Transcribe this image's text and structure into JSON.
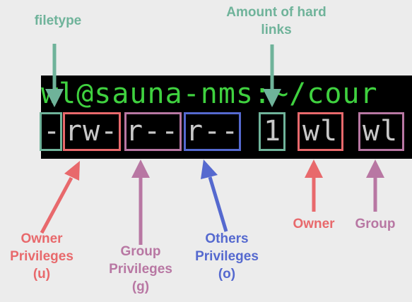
{
  "colors": {
    "teal": "#6fb39a",
    "red": "#e8696c",
    "purple": "#b877a3",
    "blue": "#5569cf",
    "prompt_green": "#3fd13f",
    "text_gray": "#c8c8c8",
    "background": "#ececec",
    "terminal": "#000000"
  },
  "terminal": {
    "prompt": "wl@sauna-nms:~/cour",
    "perm_filetype": "-",
    "perm_owner": "rw-",
    "perm_group": "r--",
    "perm_others": "r--",
    "link_count": "1",
    "owner_name": "wl",
    "group_name": "wl"
  },
  "labels": {
    "filetype": "filetype",
    "hard_links": "Amount of hard links",
    "owner_privileges": "Owner Privileges (u)",
    "group_privileges": "Group Privileges (g)",
    "others_privileges": "Others Privileges (o)",
    "owner": "Owner",
    "group": "Group"
  }
}
